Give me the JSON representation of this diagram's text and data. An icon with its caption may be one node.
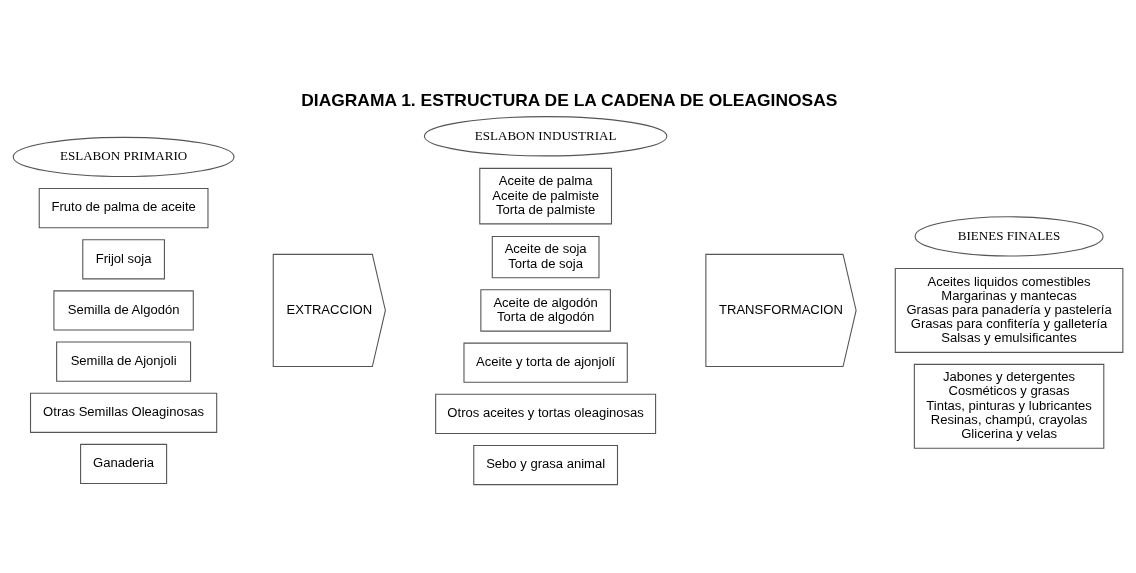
{
  "diagram": {
    "title": "DIAGRAMA 1. ESTRUCTURA DE LA CADENA DE OLEAGINOSAS",
    "nodes": [
      {
        "text": [
          "ESLABON PRIMARIO"
        ]
      },
      {
        "text": [
          "Fruto de palma de aceite"
        ]
      },
      {
        "text": [
          "Frijol soja"
        ]
      },
      {
        "text": [
          "Semilla de Algodón"
        ]
      },
      {
        "text": [
          "Semilla de Ajonjoli"
        ]
      },
      {
        "text": [
          "Otras Semillas Oleaginosas"
        ]
      },
      {
        "text": [
          "Ganaderia"
        ]
      },
      {
        "text": [
          "EXTRACCION"
        ]
      },
      {
        "text": [
          "ESLABON INDUSTRIAL"
        ]
      },
      {
        "text": [
          "Aceite de palma",
          "Aceite de palmiste",
          "Torta de palmiste"
        ]
      },
      {
        "text": [
          "Aceite de soja",
          "Torta de soja"
        ]
      },
      {
        "text": [
          "Aceite de algodón",
          "Torta de algodón"
        ]
      },
      {
        "text": [
          "Aceite y torta de ajonjolí"
        ]
      },
      {
        "text": [
          "Otros aceites y tortas oleaginosas"
        ]
      },
      {
        "text": [
          "Sebo y grasa animal"
        ]
      },
      {
        "text": [
          "TRANSFORMACION"
        ]
      },
      {
        "text": [
          "BIENES FINALES"
        ]
      },
      {
        "text": [
          "Aceites liquidos comestibles",
          "Margarinas y mantecas",
          "Grasas para panadería y pastelería",
          "Grasas para confitería y galletería",
          "Salsas y emulsificantes"
        ]
      },
      {
        "text": [
          "Jabones y detergentes",
          "Cosméticos y grasas",
          "Tintas, pinturas y lubricantes",
          "Resinas, champú, crayolas",
          "Glicerina y velas"
        ]
      }
    ],
    "edges": []
  }
}
